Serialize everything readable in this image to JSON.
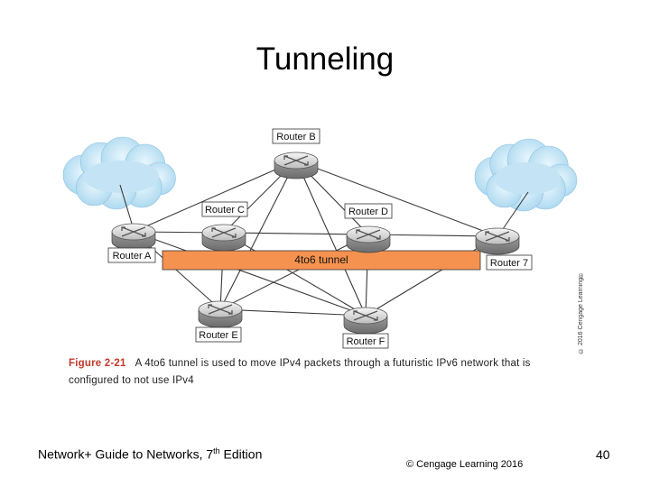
{
  "slide": {
    "title": "Tunneling"
  },
  "diagram": {
    "routers": [
      {
        "id": "A",
        "label": "Router A"
      },
      {
        "id": "B",
        "label": "Router B"
      },
      {
        "id": "C",
        "label": "Router C"
      },
      {
        "id": "D",
        "label": "Router D"
      },
      {
        "id": "E",
        "label": "Router E"
      },
      {
        "id": "F",
        "label": "Router F"
      },
      {
        "id": "G",
        "label": "Router 7"
      }
    ],
    "links": [
      [
        "A",
        "B"
      ],
      [
        "A",
        "C"
      ],
      [
        "A",
        "E"
      ],
      [
        "A",
        "F"
      ],
      [
        "B",
        "C"
      ],
      [
        "B",
        "D"
      ],
      [
        "B",
        "G"
      ],
      [
        "B",
        "E"
      ],
      [
        "B",
        "F"
      ],
      [
        "C",
        "D"
      ],
      [
        "C",
        "E"
      ],
      [
        "C",
        "F"
      ],
      [
        "D",
        "G"
      ],
      [
        "D",
        "E"
      ],
      [
        "D",
        "F"
      ],
      [
        "E",
        "F"
      ],
      [
        "F",
        "G"
      ]
    ],
    "tunnel_label": "4to6 tunnel",
    "tunnel_color": "#f5924f",
    "cloud_color": "#c9e7f6"
  },
  "caption": {
    "figure_number": "Figure 2-21",
    "text": "A 4to6 tunnel is used to move IPv4 packets through a futuristic IPv6 network that is configured to not use IPv4"
  },
  "credit_vertical": "© 2016 Cengage Learning®",
  "footer": {
    "book_title_prefix": "Network+ Guide to Networks, 7",
    "book_title_sup": "th",
    "book_title_suffix": " Edition",
    "copyright": "© Cengage Learning  2016",
    "page_number": "40"
  }
}
